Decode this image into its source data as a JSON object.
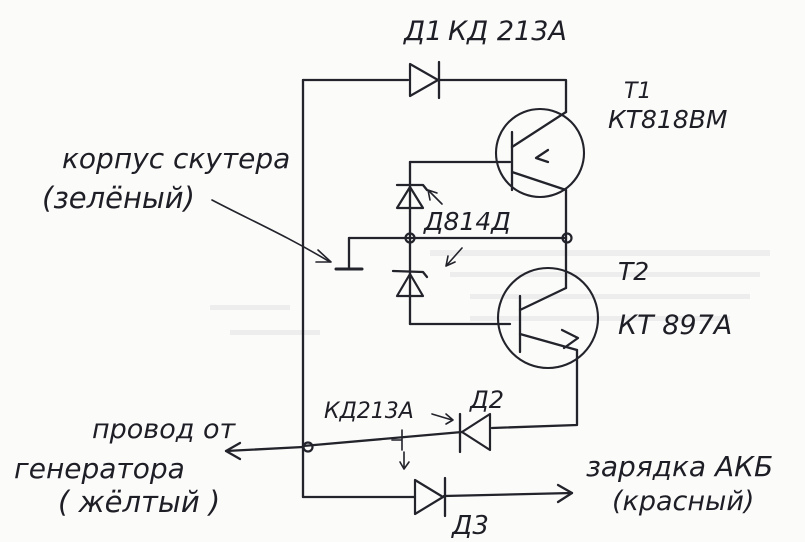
{
  "labels": {
    "d1_name": "Д1",
    "d1_part": "КД 213А",
    "t1_name": "Т1",
    "t1_part": "КТ818ВМ",
    "t2_name": "Т2",
    "t2_part": "КТ 897А",
    "zener_part": "Д814Д",
    "frame_line1": "корпус скутера",
    "frame_line2": "(зелёный)",
    "gen_line1": "провод от",
    "gen_line2": "генератора",
    "gen_line3": "( жёлтый )",
    "d2_part": "КД213А",
    "d2_name": "Д2",
    "d3_name": "Д3",
    "batt_line1": "зарядка АКБ",
    "batt_line2": "(красный)"
  },
  "colors": {
    "ink": "#22232b",
    "paper": "#fbfbfa",
    "bleed": "#e3e3e3"
  }
}
